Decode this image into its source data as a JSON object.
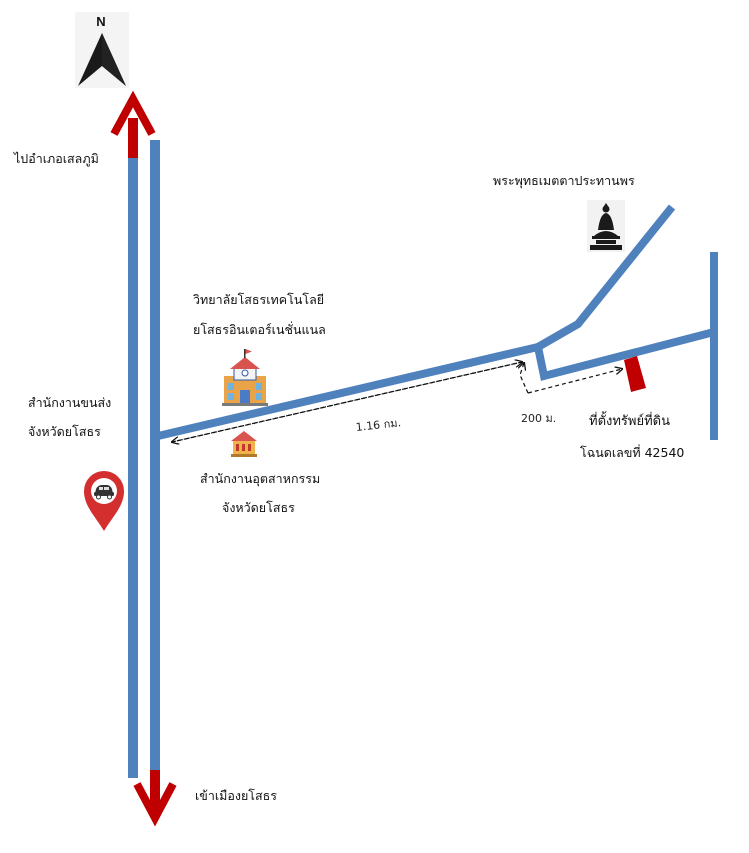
{
  "compass": {
    "letter": "N",
    "icon": "north-arrow-icon"
  },
  "roads": {
    "north_destination": "ไปอำเภอเสลภูมิ",
    "south_destination": "เข้าเมืองยโสธร"
  },
  "landmarks": {
    "transport_office": {
      "line1": "สำนักงานขนส่ง",
      "line2": "จังหวัดยโสธร",
      "icon": "car-location-pin-icon"
    },
    "college": {
      "line1": "วิทยาลัยโสธรเทคโนโลยี",
      "line2": "ยโสธรอินเตอร์เนชั่นแนล",
      "icon": "school-building-icon"
    },
    "industry_office": {
      "line1": "สำนักงานอุตสาหกรรม",
      "line2": "จังหวัดยโสธร",
      "icon": "government-building-icon"
    },
    "temple": {
      "label": "พระพุทธเมตตาประทานพร",
      "icon": "buddha-statue-icon"
    },
    "property": {
      "line1": "ที่ตั้งทรัพย์ที่ดิน",
      "line2": "โฉนดเลขที่ 42540",
      "marker": "property-marker"
    }
  },
  "distances": {
    "main_segment": "1.16 กม.",
    "branch_segment": "200 ม."
  },
  "colors": {
    "road": "#4f81bd",
    "arrow": "#c00000",
    "property": "#c00000",
    "pin": "#d32f2f",
    "compass": "#1a1a1a"
  }
}
